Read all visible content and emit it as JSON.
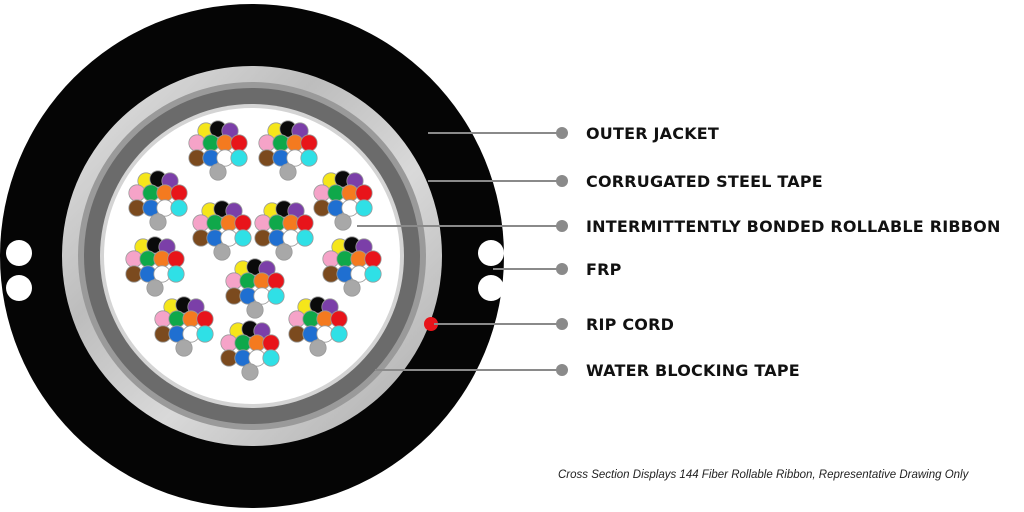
{
  "labels": {
    "outer_jacket": "OUTER JACKET",
    "corrugated_steel_tape": "CORRUGATED STEEL TAPE",
    "ribbon": "INTERMITTENTLY BONDED ROLLABLE RIBBON",
    "frp": "FRP",
    "rip_cord": "RIP CORD",
    "water_blocking_tape": "WATER BLOCKING TAPE"
  },
  "caption": "Cross Section Displays 144 Fiber Rollable Ribbon, Representative Drawing Only",
  "colors": {
    "jacket": "#050505",
    "steel_tape": "#c8c8c8",
    "water_blocking": "#6b6b6b",
    "rip_cord": "#e8141a",
    "leader": "#8a8a8a"
  },
  "fiber_colors": [
    "#1f6fd1",
    "#f47a1f",
    "#0fa84a",
    "#7b4a1e",
    "#a8a8a8",
    "#ffffff",
    "#e8141a",
    "#0a0a0a",
    "#f5e61a",
    "#7b3fa8",
    "#f5a3c8",
    "#2fe0e6"
  ]
}
